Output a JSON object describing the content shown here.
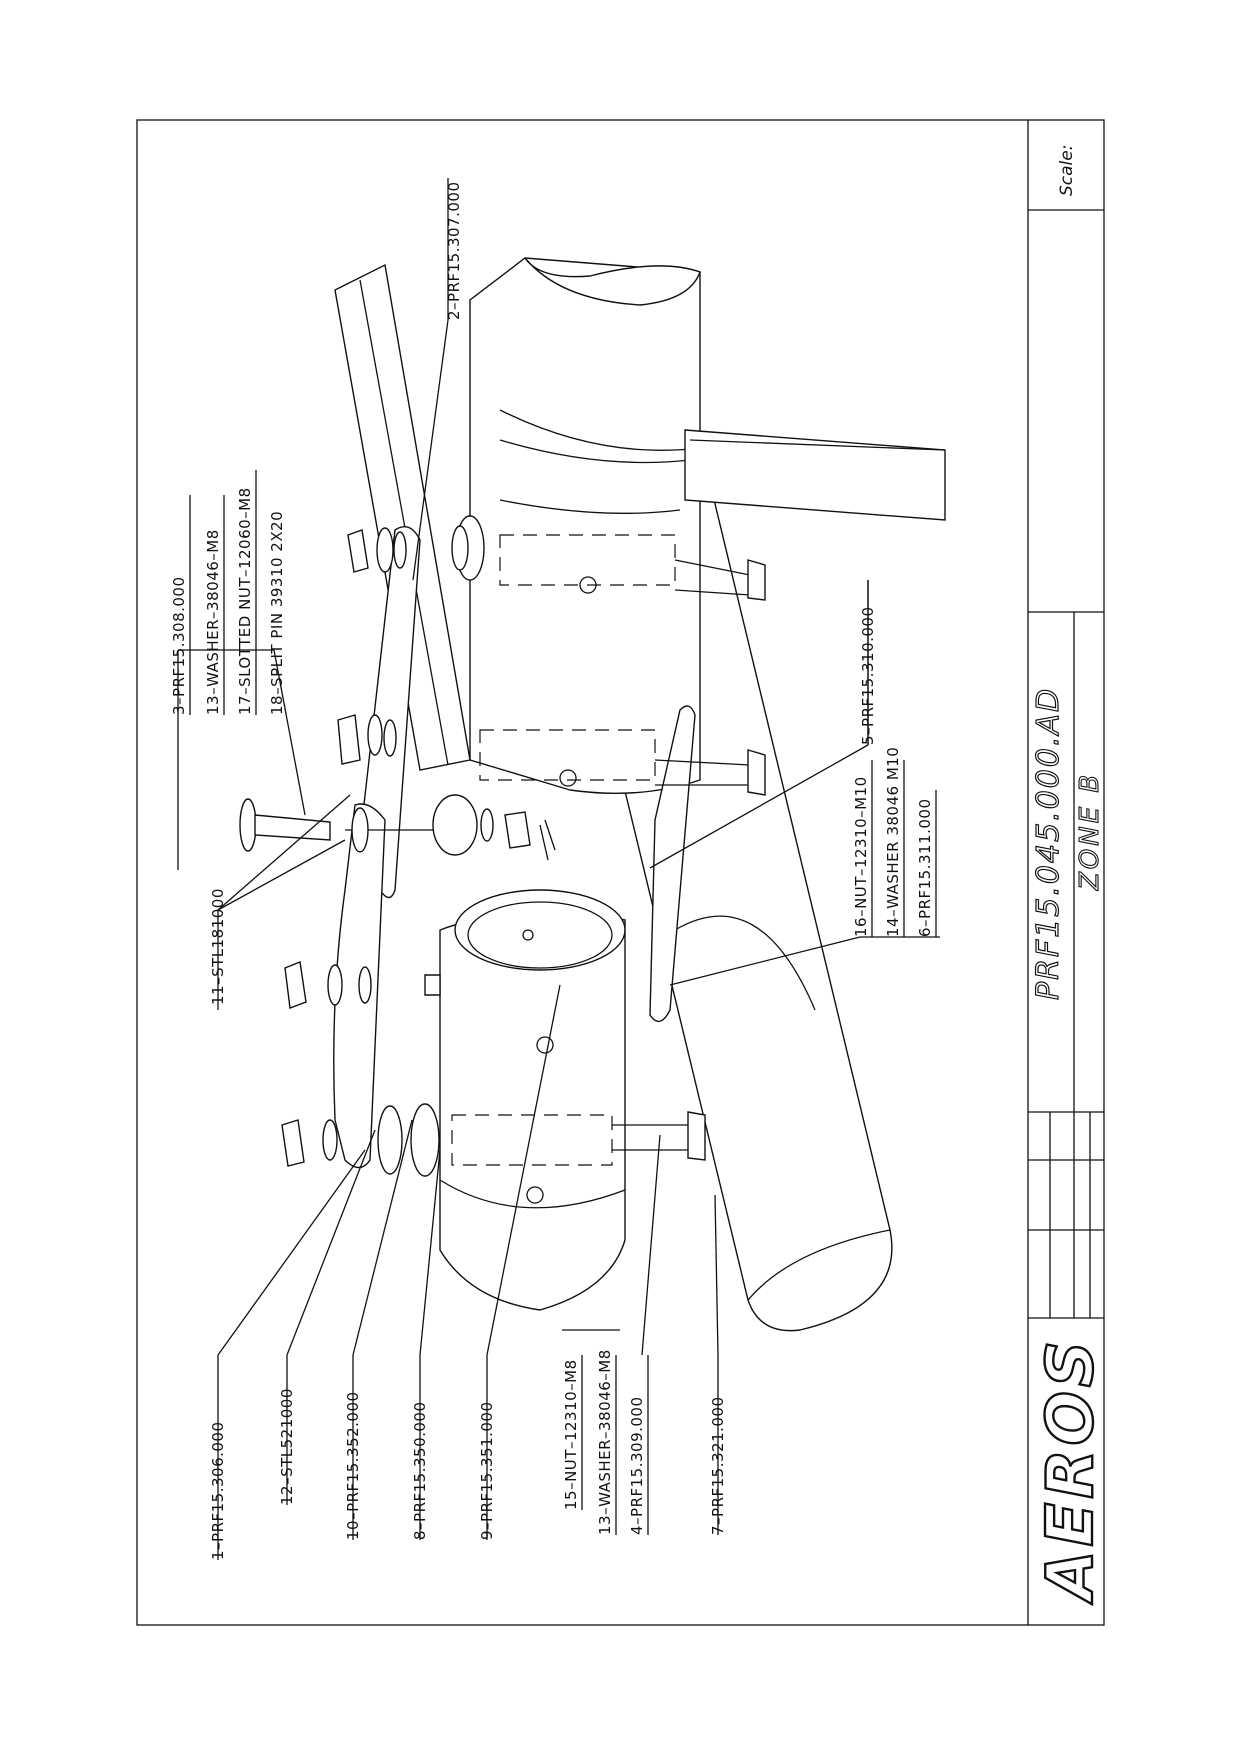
{
  "callouts": {
    "c2": "2–PRF15.307.000",
    "c3": "3–PRF15.308.000",
    "c13a": "13–WASHER–38046–M8",
    "c17": "17–SLOTTED NUT–12060–M8",
    "c18": "18–SPLIT PIN 39310 2X20",
    "c5": "5–PRF15.310.000",
    "c16": "16–NUT–12310–M10",
    "c14": "14–WASHER 38046 M10",
    "c6": "6–PRF15.311.000",
    "c11": "11–STL181000",
    "c1": "1–PRF15.306.000",
    "c12": "12–STL521000",
    "c10": "10–PRF15.352.000",
    "c8": "8–PRF15.350.000",
    "c9": "9–PRF15.351.000",
    "c15": "15–NUT–12310–M8",
    "c13b": "13–WASHER–38046–M8",
    "c4": "4–PRF15.309.000",
    "c7": "7–PRF15.321.000"
  },
  "title_block": {
    "drawing_number": "PRF15.045.000.AD",
    "zone": "ZONE B",
    "scale_label": "Scale:",
    "logo": "AEROS"
  }
}
